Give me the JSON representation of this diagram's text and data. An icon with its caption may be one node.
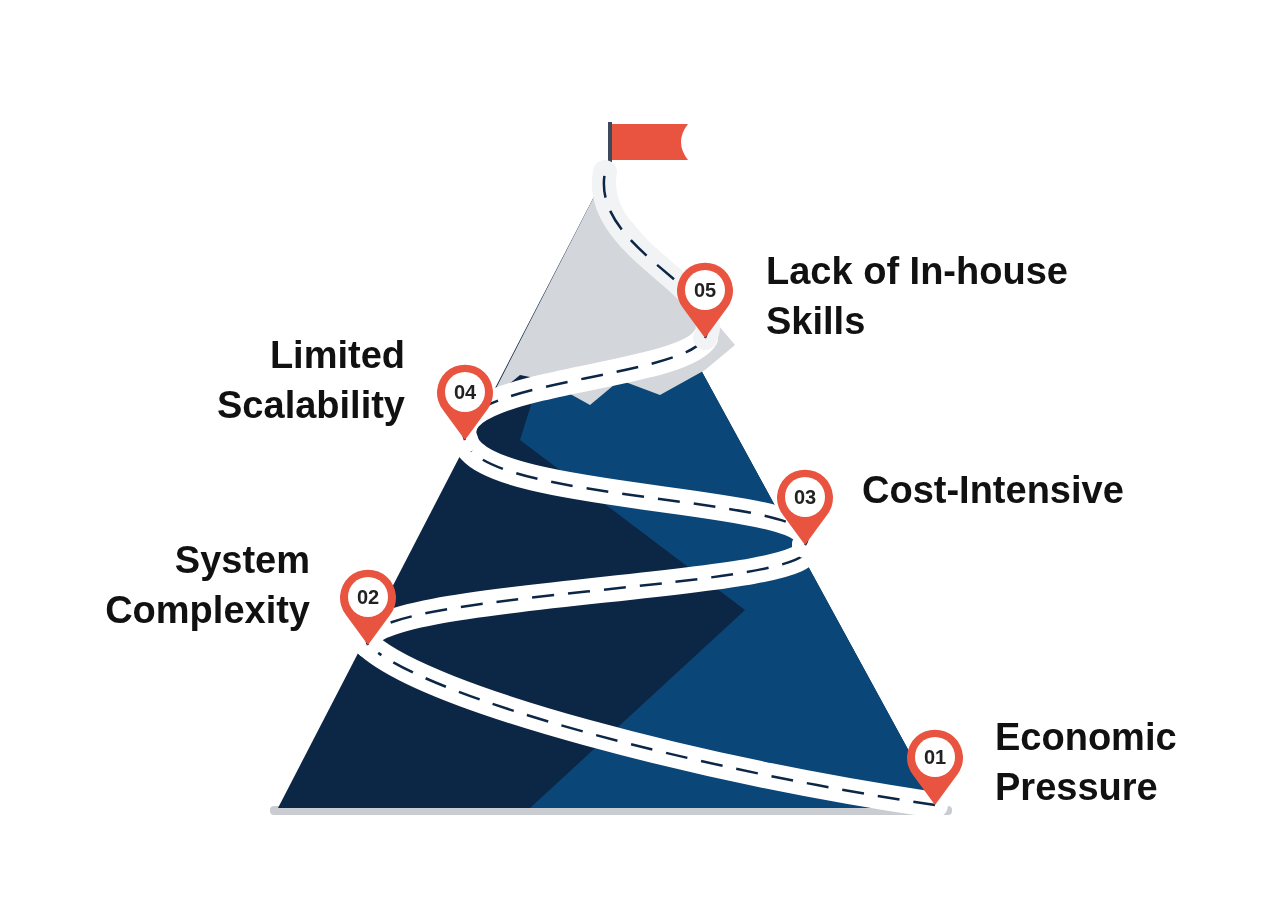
{
  "diagram": {
    "nodes": [
      {
        "text": [
          "01"
        ],
        "beside": [
          "Economic Pressure"
        ]
      },
      {
        "text": [
          "02"
        ],
        "beside": [
          "System Complexity"
        ]
      },
      {
        "text": [
          "03"
        ],
        "beside": [
          "Cost-Intensive"
        ]
      },
      {
        "text": [
          "04"
        ],
        "beside": [
          "Limited Scalability"
        ]
      },
      {
        "text": [
          "05"
        ],
        "beside": [
          "Lack of In-house Skills"
        ]
      }
    ],
    "edges": [
      {
        "from": 0,
        "to": 1,
        "arrow": "none"
      },
      {
        "from": 1,
        "to": 2,
        "arrow": "none"
      },
      {
        "from": 2,
        "to": 3,
        "arrow": "none"
      },
      {
        "from": 3,
        "to": 4,
        "arrow": "none"
      }
    ]
  }
}
